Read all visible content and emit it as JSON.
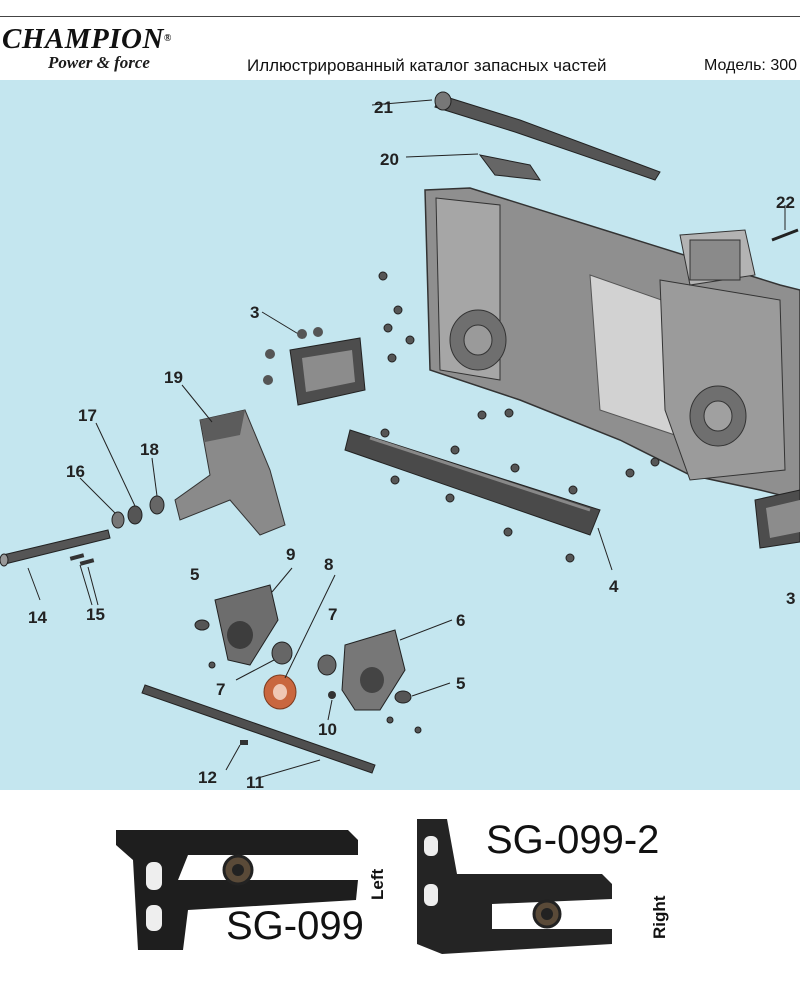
{
  "header": {
    "brand": "Champion",
    "brand_display": "CHAMPION",
    "brand_mark": "®",
    "tagline": "Power & force",
    "title": "Иллюстрированный каталог запасных частей",
    "model": "Модель: 300"
  },
  "callouts": [
    {
      "id": "c21",
      "text": "21"
    },
    {
      "id": "c20",
      "text": "20"
    },
    {
      "id": "c22",
      "text": "22"
    },
    {
      "id": "c3a",
      "text": "3"
    },
    {
      "id": "c19",
      "text": "19"
    },
    {
      "id": "c17",
      "text": "17"
    },
    {
      "id": "c18",
      "text": "18"
    },
    {
      "id": "c16",
      "text": "16"
    },
    {
      "id": "c14",
      "text": "14"
    },
    {
      "id": "c15",
      "text": "15"
    },
    {
      "id": "c5a",
      "text": "5"
    },
    {
      "id": "c9",
      "text": "9"
    },
    {
      "id": "c8",
      "text": "8"
    },
    {
      "id": "c7a",
      "text": "7"
    },
    {
      "id": "c7b",
      "text": "7"
    },
    {
      "id": "c6",
      "text": "6"
    },
    {
      "id": "c5b",
      "text": "5"
    },
    {
      "id": "c10",
      "text": "10"
    },
    {
      "id": "c12",
      "text": "12"
    },
    {
      "id": "c11",
      "text": "11"
    },
    {
      "id": "c4",
      "text": "4"
    },
    {
      "id": "c3b",
      "text": "3"
    }
  ],
  "photos": {
    "left": {
      "code": "SG-099",
      "side": "Left"
    },
    "right": {
      "code": "SG-099-2",
      "side": "Right"
    }
  },
  "colors": {
    "diagram_bg": "#c4e6ef",
    "part_gray": "#8c8c8c",
    "part_dark": "#4a4a4a",
    "bearing": "#c9673f"
  }
}
